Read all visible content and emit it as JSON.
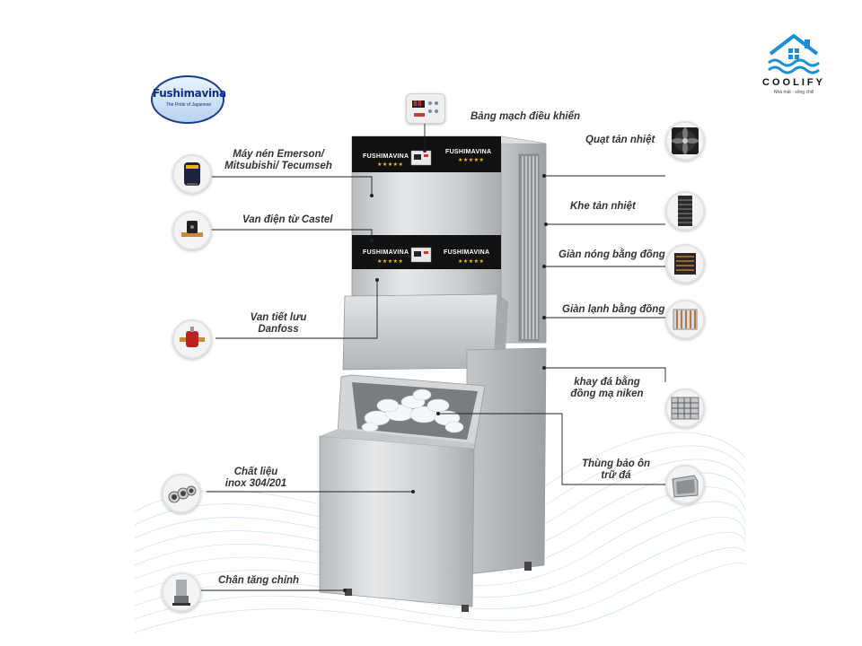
{
  "brand": {
    "name": "Fushimavina",
    "tagline": "The Pride of Japanese",
    "primary_color": "#0f2f86"
  },
  "coolify": {
    "name": "COOLIFY",
    "slogan": "Nhà mát - sống chill",
    "icon": "house-waves-icon",
    "accent_color": "#1b8fd6"
  },
  "machine": {
    "panel_brand_left": "FUSHIMAVINA",
    "panel_brand_right": "FUSHIMAVINA",
    "stars": "★★★★★",
    "display_value": "88",
    "body_color": "#cfd2d4",
    "panel_color": "#111111"
  },
  "labels": {
    "control_board": "Bảng mạch điều khiển",
    "compressor_line1": "Máy nén Emerson/",
    "compressor_line2": "Mitsubishi/ Tecumseh",
    "solenoid_valve": "Van điện từ Castel",
    "expansion_valve_line1": "Van tiết lưu",
    "expansion_valve_line2": "Danfoss",
    "material_line1": "Chất liệu",
    "material_line2": "inox 304/201",
    "adjustable_feet": "Chân tăng chỉnh",
    "cooling_fan": "Quạt tản nhiệt",
    "vent_slot": "Khe tản nhiệt",
    "condenser": "Giàn nóng bằng đồng",
    "evaporator": "Giàn lạnh bằng đồng",
    "ice_tray_line1": "khay đá bằng",
    "ice_tray_line2": "đồng mạ niken",
    "storage_bin_line1": "Thùng bảo ôn",
    "storage_bin_line2": "trữ đá"
  },
  "icons": {
    "control_board": "control-panel-icon",
    "compressor": "compressor-icon",
    "solenoid_valve": "solenoid-valve-icon",
    "expansion_valve": "expansion-valve-icon",
    "material": "steel-pipes-icon",
    "adjustable_feet": "adjustable-foot-icon",
    "cooling_fan": "fan-icon",
    "vent_slot": "vent-grille-icon",
    "condenser": "condenser-coil-icon",
    "evaporator": "evaporator-coil-icon",
    "ice_tray": "ice-tray-icon",
    "storage_bin": "insulated-bin-icon"
  }
}
